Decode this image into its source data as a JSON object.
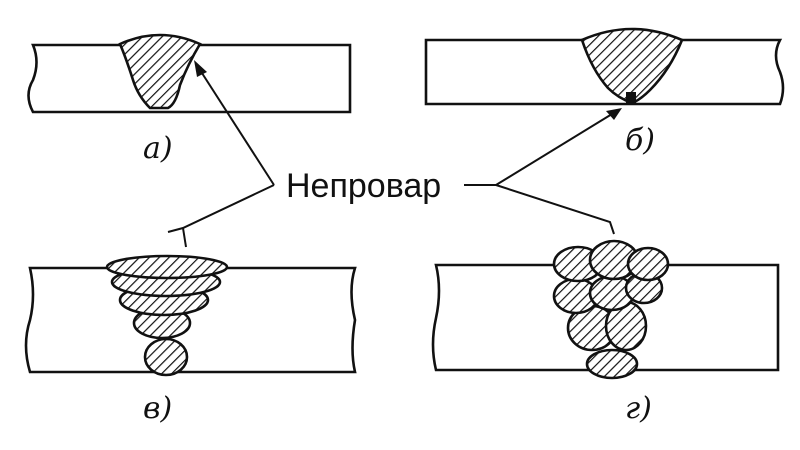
{
  "callout": {
    "text": "Непровар"
  },
  "panels": [
    {
      "id": "a",
      "label": "а)"
    },
    {
      "id": "b",
      "label": "б)"
    },
    {
      "id": "v",
      "label": "в)"
    },
    {
      "id": "g",
      "label": "г)"
    }
  ]
}
